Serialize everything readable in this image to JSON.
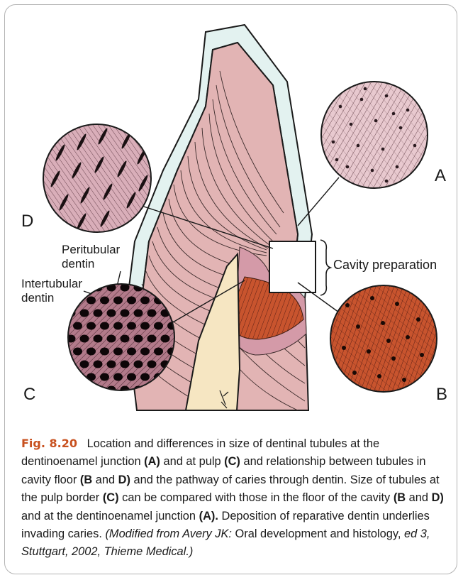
{
  "labels": {
    "A": "A",
    "B": "B",
    "C": "C",
    "D": "D",
    "peritubular": "Peritubular dentin",
    "intertubular": "Intertubular dentin",
    "cavity": "Cavity preparation"
  },
  "caption": {
    "fig_no": "Fig. 8.20",
    "t1": "Location and differences in size of dentinal tubules at the dentinoenamel junction ",
    "b1": "(A)",
    "t2": " and at pulp ",
    "b2": "(C)",
    "t3": " and relationship between tubules in cavity floor ",
    "b3": "(B",
    "t4": " and ",
    "b4": "D)",
    "t5": " and the pathway of caries through dentin. Size of tubules at the pulp border ",
    "b5": "(C)",
    "t6": " can be compared with those in the floor of the cavity ",
    "b6": "(B",
    "t7": " and ",
    "b7": "D)",
    "t8": " and at the dentinoenamel junction ",
    "b8": "(A).",
    "t9": " Deposition of reparative dentin underlies invading caries. ",
    "i1": "(Modified from Avery JK:",
    "t10": " Oral development and histology, ",
    "i2": "ed 3, Stuttgart, 2002, Thieme Medical.)"
  },
  "colors": {
    "dentin": "#e2b4b4",
    "enamel": "#e3f2f0",
    "pulp": "#f6e6c2",
    "caries": "#c0552f",
    "frame": "#b3b3b3",
    "fig_no": "#c8511f"
  }
}
